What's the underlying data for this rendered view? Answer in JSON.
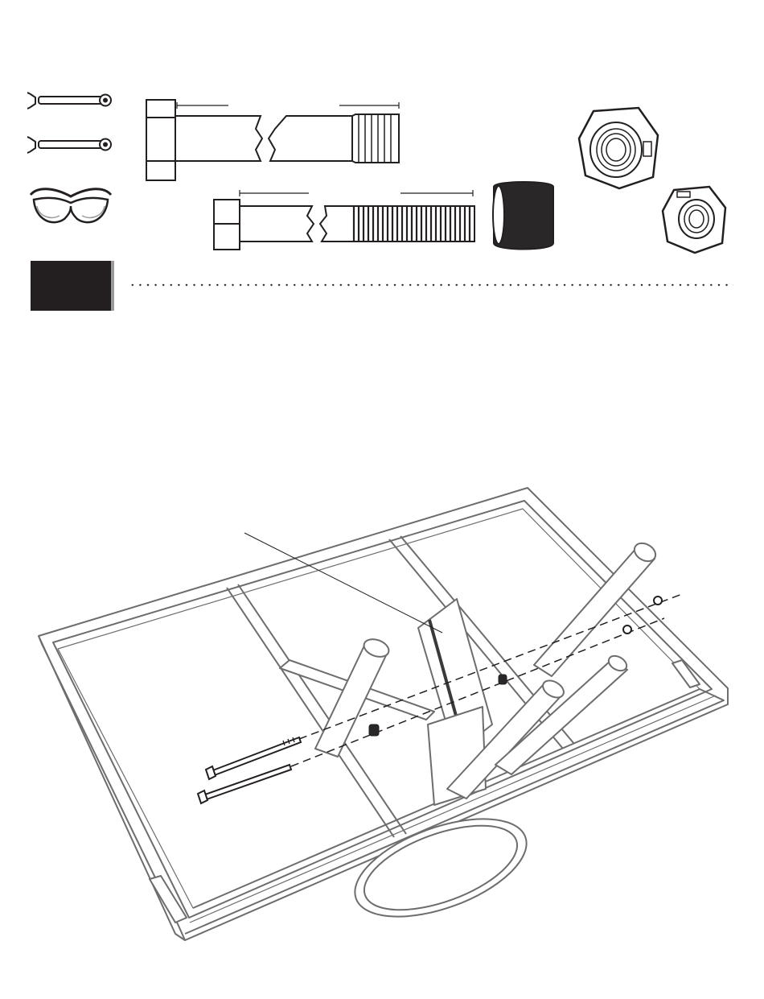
{
  "colors": {
    "ink": "#231f20",
    "line": "#6d6d6d",
    "step_block": "#231f20",
    "step_shadow": "#9a9a9a",
    "spacer_fill": "#2a2728"
  },
  "tools": [
    {
      "name": "wrench",
      "icon": "wrench-icon"
    },
    {
      "name": "wrench",
      "icon": "wrench-icon"
    },
    {
      "name": "safety-glasses",
      "icon": "safety-glasses-icon"
    }
  ],
  "hardware": [
    {
      "icon": "long-hex-bolt-icon"
    },
    {
      "icon": "long-threaded-bolt-icon"
    },
    {
      "icon": "spacer-icon"
    },
    {
      "icon": "large-lock-nut-icon"
    },
    {
      "icon": "small-lock-nut-icon"
    }
  ],
  "step": {
    "number": ""
  },
  "diagram": {
    "icon": "backboard-assembly-diagram"
  }
}
